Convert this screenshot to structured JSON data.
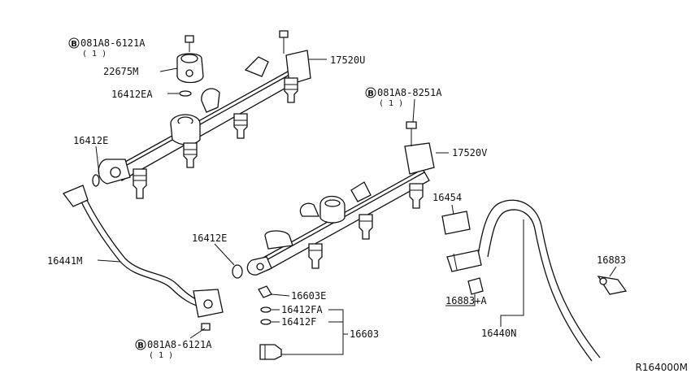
{
  "labels": {
    "bolt_top_left": "081A8-6121A",
    "bolt_top_left_qty": "( 1 )",
    "bolt_bottom": "081A8-6121A",
    "bolt_bottom_qty": "( 1 )",
    "bolt_right": "081A8-8251A",
    "bolt_right_qty": "( 1 )",
    "bolt_prefix": "B",
    "damper": "22675M",
    "oring_ea": "16412EA",
    "rail_u": "17520U",
    "rail_v": "17520V",
    "oring_e_left": "16412E",
    "oring_e_mid": "16412E",
    "hose_m": "16441M",
    "clip": "16603E",
    "oring_fa": "16412FA",
    "oring_f": "16412F",
    "injector_assy": "16603",
    "bracket": "16454",
    "clamp_a": "16883+A",
    "clamp": "16883",
    "hose_n": "16440N"
  },
  "ref_code": "R164000M"
}
